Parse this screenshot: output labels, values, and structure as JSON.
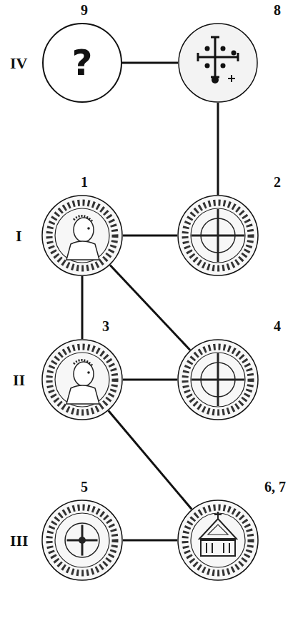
{
  "diagram": {
    "nodes": [
      {
        "text": [
          "9",
          "?"
        ]
      },
      {
        "text": [
          "8"
        ]
      },
      {
        "text": [
          "1"
        ]
      },
      {
        "text": [
          "2"
        ]
      },
      {
        "text": [
          "3"
        ]
      },
      {
        "text": [
          "4"
        ]
      },
      {
        "text": [
          "5"
        ]
      },
      {
        "text": [
          "6, 7"
        ]
      }
    ],
    "edges": [
      {
        "from": 0,
        "to": 1,
        "arrow": "none"
      },
      {
        "from": 1,
        "to": 3,
        "arrow": "none"
      },
      {
        "from": 2,
        "to": 3,
        "arrow": "none"
      },
      {
        "from": 2,
        "to": 4,
        "arrow": "none"
      },
      {
        "from": 2,
        "to": 5,
        "arrow": "none"
      },
      {
        "from": 4,
        "to": 5,
        "arrow": "none"
      },
      {
        "from": 4,
        "to": 7,
        "arrow": "none"
      },
      {
        "from": 6,
        "to": 7,
        "arrow": "none"
      }
    ],
    "labels": [
      "IV",
      "I",
      "II",
      "III"
    ]
  }
}
